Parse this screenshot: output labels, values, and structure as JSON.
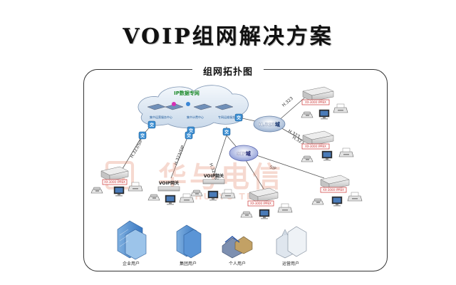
{
  "title": "VOIP组网解决方案",
  "frame_title": "组网拓扑图",
  "ip_network": {
    "label": "IP数据专网",
    "centers": [
      "集中运营服务中心",
      "集中计费中心",
      "专网运维服务"
    ]
  },
  "domains": {
    "h323": "H.323域",
    "sip": "SIP域"
  },
  "links": {
    "h323_sip_1": "H.323/SIP",
    "h323_sip_2": "H.323/SIP",
    "h323_sip_3": "H.323/SIP",
    "h323_a": "H.323",
    "h323_b": "H.323",
    "h323_c": "H.323",
    "sip": "SIP"
  },
  "switch_glyph": "交",
  "pbx_label": "XX-3000 IPPBX",
  "voip_gateway": "VOIP网关",
  "watermark": "华与电信",
  "watermark_sub": "HUAYU TELEC",
  "users": [
    "企业用户",
    "集团用户",
    "个人用户",
    "运营用户"
  ]
}
